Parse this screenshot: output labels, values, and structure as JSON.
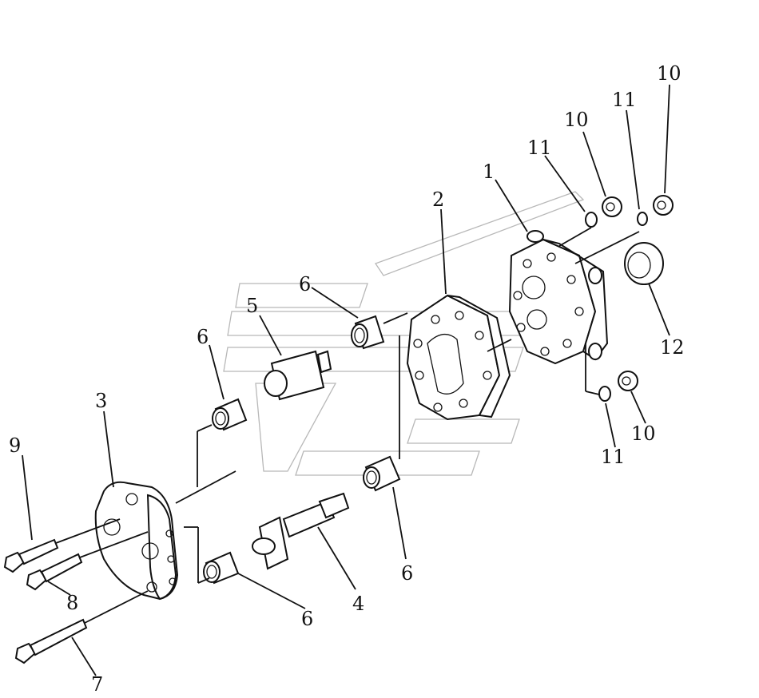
{
  "diagram": {
    "callouts": [
      {
        "id": "c1",
        "label": "1"
      },
      {
        "id": "c2",
        "label": "2"
      },
      {
        "id": "c3",
        "label": "3"
      },
      {
        "id": "c4",
        "label": "4"
      },
      {
        "id": "c5",
        "label": "5"
      },
      {
        "id": "c6a",
        "label": "6"
      },
      {
        "id": "c6b",
        "label": "6"
      },
      {
        "id": "c6c",
        "label": "6"
      },
      {
        "id": "c6d",
        "label": "6"
      },
      {
        "id": "c7",
        "label": "7"
      },
      {
        "id": "c8",
        "label": "8"
      },
      {
        "id": "c9",
        "label": "9"
      },
      {
        "id": "c10a",
        "label": "10"
      },
      {
        "id": "c10b",
        "label": "10"
      },
      {
        "id": "c10c",
        "label": "10"
      },
      {
        "id": "c11a",
        "label": "11"
      },
      {
        "id": "c11b",
        "label": "11"
      },
      {
        "id": "c11c",
        "label": "11"
      },
      {
        "id": "c12",
        "label": "12"
      }
    ],
    "colors": {
      "line": "#111111",
      "watermark": "#b8b8b8",
      "background": "#ffffff"
    }
  }
}
